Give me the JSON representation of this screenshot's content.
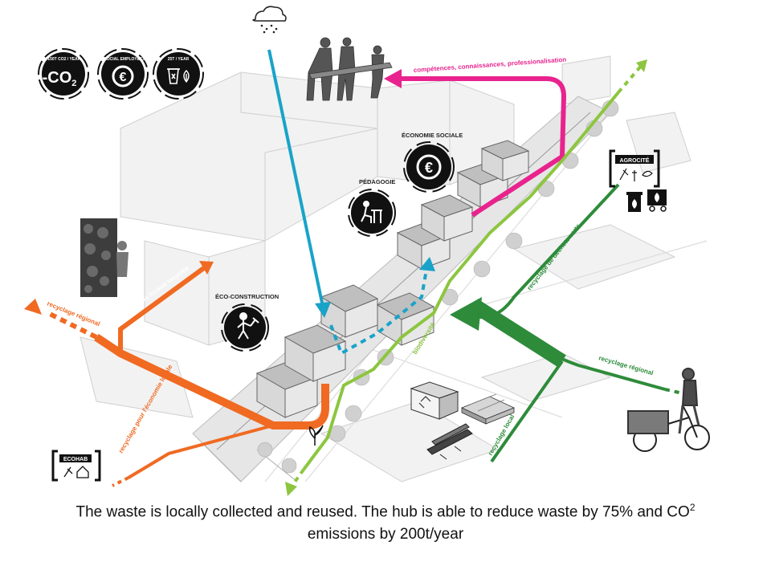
{
  "badges": {
    "co2": {
      "ring": "-150T CO2 / YEAR",
      "center": "-CO",
      "sub": "2"
    },
    "jobs": {
      "ring": "6 SOCIAL EMPLOYEES",
      "center": "€"
    },
    "waste": {
      "ring": "25T / YEAR"
    }
  },
  "zones": {
    "social_economy": "ÉCONOMIE SOCIALE",
    "pedagogy": "PÉDAGOGIE",
    "eco_construction": "ÉCO-CONSTRUCTION"
  },
  "flows": {
    "skills": "compétences, connaissances, professionalisation",
    "local_products": "produits locaux recyclés",
    "regional_recycling_left": "recyclage régional",
    "local_economy": "recyclage pour l'économie locale",
    "green_waste": "recyclage de déchets verts",
    "biodiversity": "biodiversité",
    "regional_recycling_right": "recyclage régional",
    "local_recycling": "recyclage local"
  },
  "logos": {
    "agrocite": "AGROCITÉ",
    "ecohab": "ECOHAB"
  },
  "caption": {
    "line1_main": "The waste is locally collected and reused. The hub is able to reduce waste by 75% and CO",
    "line1_sup": "2",
    "line2": "emissions by 200t/year"
  },
  "colors": {
    "blue": "#1aa3c8",
    "magenta": "#e8238e",
    "orange": "#f06a22",
    "light_green": "#8cc63f",
    "dark_green": "#2e8b3a",
    "badge": "#111111"
  }
}
